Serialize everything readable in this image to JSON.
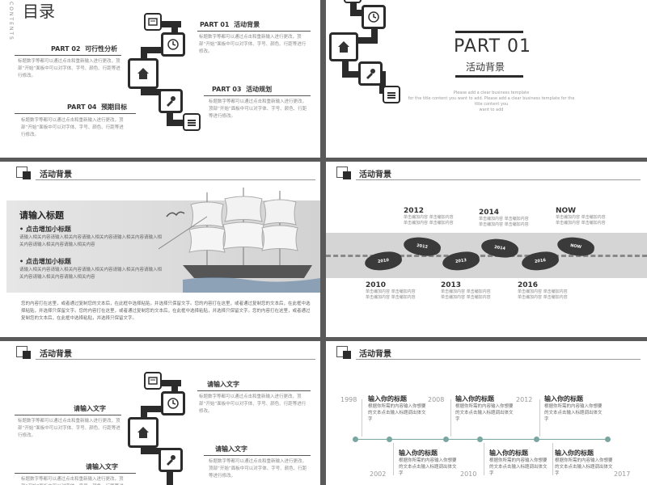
{
  "slide1": {
    "title": "目录",
    "subtitle_vertical": "CONTENTS",
    "parts": [
      {
        "label": "PART 01",
        "name": "活动背景"
      },
      {
        "label": "PART 02",
        "name": "可行性分析"
      },
      {
        "label": "PART 03",
        "name": "活动规划"
      },
      {
        "label": "PART 04",
        "name": "预期目标"
      }
    ],
    "body_text": "标题数字等都可以通过点击和重新输入进行更改，顶部“开始”面板中可以对字体、字号、颜色、行距等进行修改。"
  },
  "slide2": {
    "part_label": "PART 01",
    "part_name": "活动背景",
    "caption_line1": "Please add a clear business template",
    "caption_line2": "for the title content you want to add. Please add a clear business template for the title content you",
    "caption_line3": "want to add"
  },
  "slide3": {
    "header": "活动背景",
    "banner_title": "请输入标题",
    "bullet1_title": "点击增加小标题",
    "bullet1_text": "请输入相关内容请输入相关内容请输入相关内容请输入相关内容请输入相关内容请输入相关内容请输入相关内容",
    "bullet2_title": "点击增加小标题",
    "bullet2_text": "请输入相关内容请输入相关内容请输入相关内容请输入相关内容请输入相关内容请输入相关内容请输入相关内容",
    "body_text": "您的内容打在这里，或者通过复制您的文本后，在此框中选择粘贴，并选择只保留文字。您的内容打在这里，或者通过复制您的文本后，在此框中选择粘贴，并选择只保留文字。您的内容打在这里，或者通过复制您的文本后，在此框中选择粘贴，并选择只保留文字。您的内容打在这里，或者通过复制您的文本后，在此框中选择粘贴，并选择只保留文字。"
  },
  "slide4": {
    "header": "活动背景",
    "steps": [
      {
        "year": "2010",
        "label": "2010",
        "pos": "bottom"
      },
      {
        "year": "2012",
        "label": "2012",
        "pos": "top"
      },
      {
        "year": "2013",
        "label": "2013",
        "pos": "bottom"
      },
      {
        "year": "2014",
        "label": "2014",
        "pos": "top"
      },
      {
        "year": "2016",
        "label": "2016",
        "pos": "bottom"
      },
      {
        "year": "NOW",
        "label": "NOW",
        "pos": "top"
      }
    ],
    "cell_text": "单击编加内容"
  },
  "slide5": {
    "header": "活动背景",
    "items": [
      {
        "title": "请输入文字"
      },
      {
        "title": "请输入文字"
      },
      {
        "title": "请输入文字"
      },
      {
        "title": "请输入文字"
      }
    ],
    "body_text": "标题数字等都可以通过点击和重新输入进行更改，顶部“开始”面板中可以对字体、字号、颜色、行距等进行修改。"
  },
  "slide6": {
    "header": "活动背景",
    "events": [
      {
        "year": "1998",
        "title": "输入你的标题",
        "text": "根据你所需的内容输入你想要的文本点击输入标题调出体文字",
        "pos": "top"
      },
      {
        "year": "2002",
        "title": "输入你的标题",
        "text": "根据你所需的内容输入你想要的文本点击输入标题调出体文字",
        "pos": "bottom"
      },
      {
        "year": "2008",
        "title": "输入你的标题",
        "text": "根据你所需的内容输入你想要的文本点击输入标题调出体文字",
        "pos": "top"
      },
      {
        "year": "2010",
        "title": "输入你的标题",
        "text": "根据你所需的内容输入你想要的文本点击输入标题调出体文字",
        "pos": "bottom"
      },
      {
        "year": "2012",
        "title": "输入你的标题",
        "text": "根据你所需的内容输入你想要的文本点击输入标题调出体文字",
        "pos": "top"
      },
      {
        "year": "2017",
        "title": "输入你的标题",
        "text": "根据你所需的内容输入你想要的文本点击输入标题调出体文字",
        "pos": "bottom"
      }
    ]
  },
  "colors": {
    "dark": "#2b2b2b",
    "accent_teal": "#7aa6a0",
    "background": "#5a5a5a"
  }
}
